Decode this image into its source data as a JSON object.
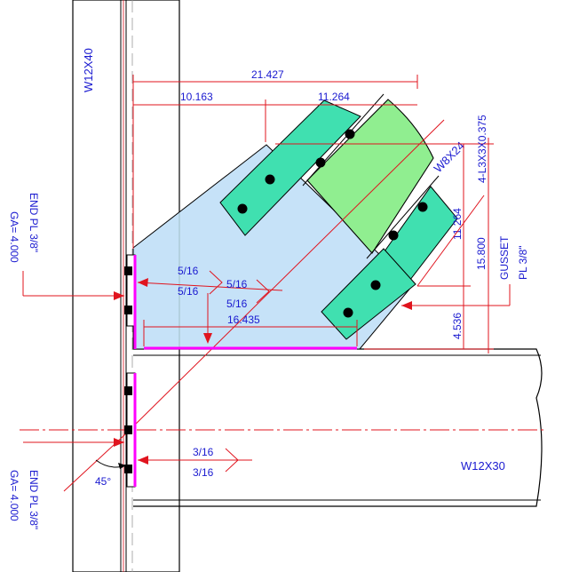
{
  "members": {
    "column": "W12X40",
    "beam": "W12X30",
    "brace": "W8X24"
  },
  "angles_label": "4-L3X3X0.375",
  "gusset_label": [
    "GUSSET",
    "PL 3/8\""
  ],
  "end_plate_upper": [
    "END PL 3/8\"",
    "GA= 4.000"
  ],
  "end_plate_lower": [
    "END PL 3/8\"",
    "GA= 4.000"
  ],
  "dimensions": {
    "overall_horizontal": "21.427",
    "left_horizontal": "10.163",
    "right_horizontal": "11.264",
    "diagonal_right": "11.264",
    "vertical_total": "15.800",
    "vertical_bottom": "4.536",
    "gusset_bottom": "16.435"
  },
  "welds": {
    "gusset_to_column": [
      "5/16",
      "5/16"
    ],
    "gusset_to_beam": [
      "5/16",
      "5/16"
    ],
    "end_plate_lower": [
      "3/16",
      "3/16"
    ]
  },
  "angle_label": "45°",
  "colors": {
    "gusset": "#c6e2f8",
    "brace": "#90ee90",
    "angle": "#40e0b0",
    "dimension": "#e0141e",
    "text": "#1a1ad0",
    "weld": "#ff00ff"
  }
}
